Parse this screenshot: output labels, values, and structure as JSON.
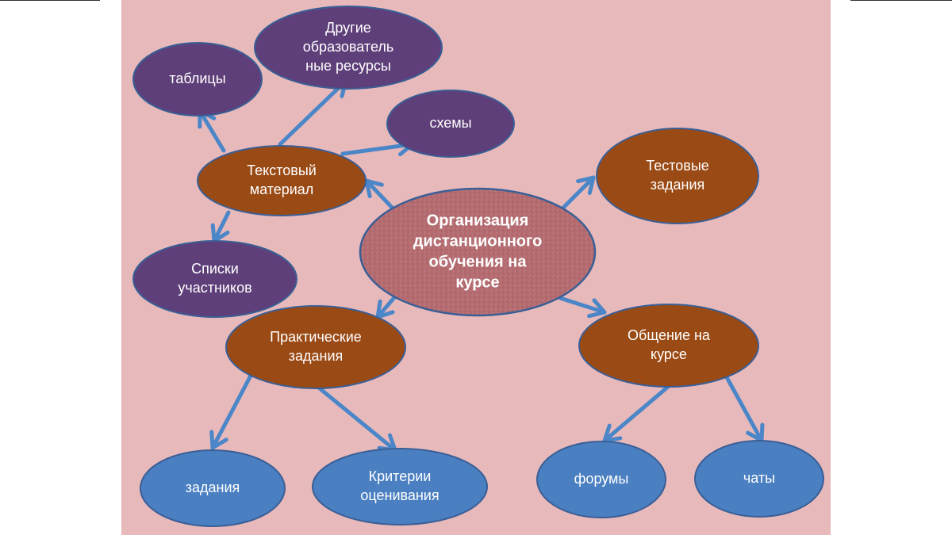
{
  "diagram": {
    "center": {
      "label_lines": [
        "Организация",
        "дистанционного",
        "обучения на",
        "курсе"
      ],
      "fill": "#b06a6e"
    },
    "nodes": {
      "tekstovyi": {
        "label_lines": [
          "Текстовый",
          "материал"
        ],
        "fill": "#9a4a14"
      },
      "testovye": {
        "label_lines": [
          "Тестовые",
          "задания"
        ],
        "fill": "#9a4a14"
      },
      "prakticheskie": {
        "label_lines": [
          "Практические",
          "задания"
        ],
        "fill": "#9a4a14"
      },
      "obshchenie": {
        "label_lines": [
          "Общение на",
          "курсе"
        ],
        "fill": "#9a4a14"
      },
      "tablitsy": {
        "label_lines": [
          "таблицы"
        ],
        "fill": "#5e3f79"
      },
      "drugie": {
        "label_lines": [
          "Другие",
          "образователь",
          "ные ресурсы"
        ],
        "fill": "#5e3f79"
      },
      "skhemy": {
        "label_lines": [
          "схемы"
        ],
        "fill": "#5e3f79"
      },
      "spiski": {
        "label_lines": [
          "Списки",
          "участников"
        ],
        "fill": "#5e3f79"
      },
      "zadaniya": {
        "label_lines": [
          "задания"
        ],
        "fill": "#4a7fc1"
      },
      "kriterii": {
        "label_lines": [
          "Критерии",
          "оценивания"
        ],
        "fill": "#4a7fc1"
      },
      "forumy": {
        "label_lines": [
          "форумы"
        ],
        "fill": "#4a7fc1"
      },
      "chaty": {
        "label_lines": [
          "чаты"
        ],
        "fill": "#4a7fc1"
      }
    },
    "colors": {
      "slide_background": "#e8b9bb",
      "arrow": "#4a86c8",
      "node_border": "#3a5f96"
    }
  }
}
